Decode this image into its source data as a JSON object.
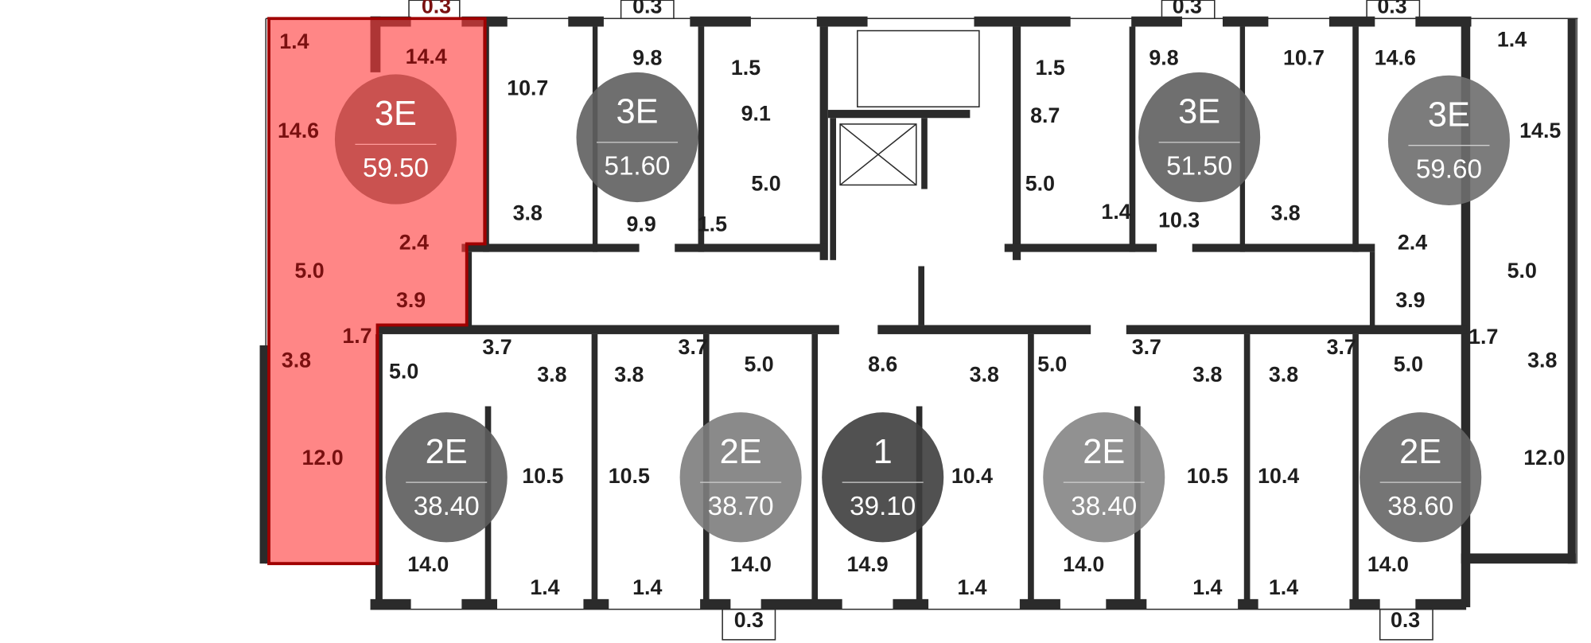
{
  "plan": {
    "selected_apartment_color": "#ff4d4d",
    "apartments": [
      {
        "type": "3E",
        "area": "59.50",
        "color": "#b8403e",
        "selected": true
      },
      {
        "type": "3E",
        "area": "51.60",
        "color": "#5f5f5f"
      },
      {
        "type": "3E",
        "area": "51.50",
        "color": "#5f5f5f"
      },
      {
        "type": "3E",
        "area": "59.60",
        "color": "#6e6e6e"
      },
      {
        "type": "2E",
        "area": "38.40",
        "color": "#5c5c5c"
      },
      {
        "type": "2E",
        "area": "38.70",
        "color": "#7d7d7d"
      },
      {
        "type": "1",
        "area": "39.10",
        "color": "#3e3e3e"
      },
      {
        "type": "2E",
        "area": "38.40",
        "color": "#858585"
      },
      {
        "type": "2E",
        "area": "38.60",
        "color": "#666666"
      }
    ],
    "rooms": [
      "1.4",
      "14.4",
      "0.3",
      "14.6",
      "5.0",
      "2.4",
      "3.9",
      "1.7",
      "3.8",
      "12.0",
      "10.7",
      "9.8",
      "0.3",
      "1.5",
      "9.1",
      "5.0",
      "3.8",
      "9.9",
      "1.5",
      "1.5",
      "8.7",
      "5.0",
      "1.4",
      "10.3",
      "9.8",
      "0.3",
      "10.7",
      "3.8",
      "14.6",
      "0.3",
      "1.4",
      "14.5",
      "2.4",
      "3.9",
      "5.0",
      "1.7",
      "3.8",
      "12.0",
      "3.7",
      "5.0",
      "3.8",
      "3.8",
      "3.7",
      "5.0",
      "8.6",
      "3.8",
      "5.0",
      "3.7",
      "3.8",
      "3.8",
      "3.7",
      "5.0",
      "10.5",
      "10.5",
      "10.4",
      "10.5",
      "10.4",
      "14.0",
      "1.4",
      "1.4",
      "14.0",
      "14.9",
      "1.4",
      "14.0",
      "1.4",
      "1.4",
      "14.0",
      "0.3",
      "0.3"
    ]
  }
}
